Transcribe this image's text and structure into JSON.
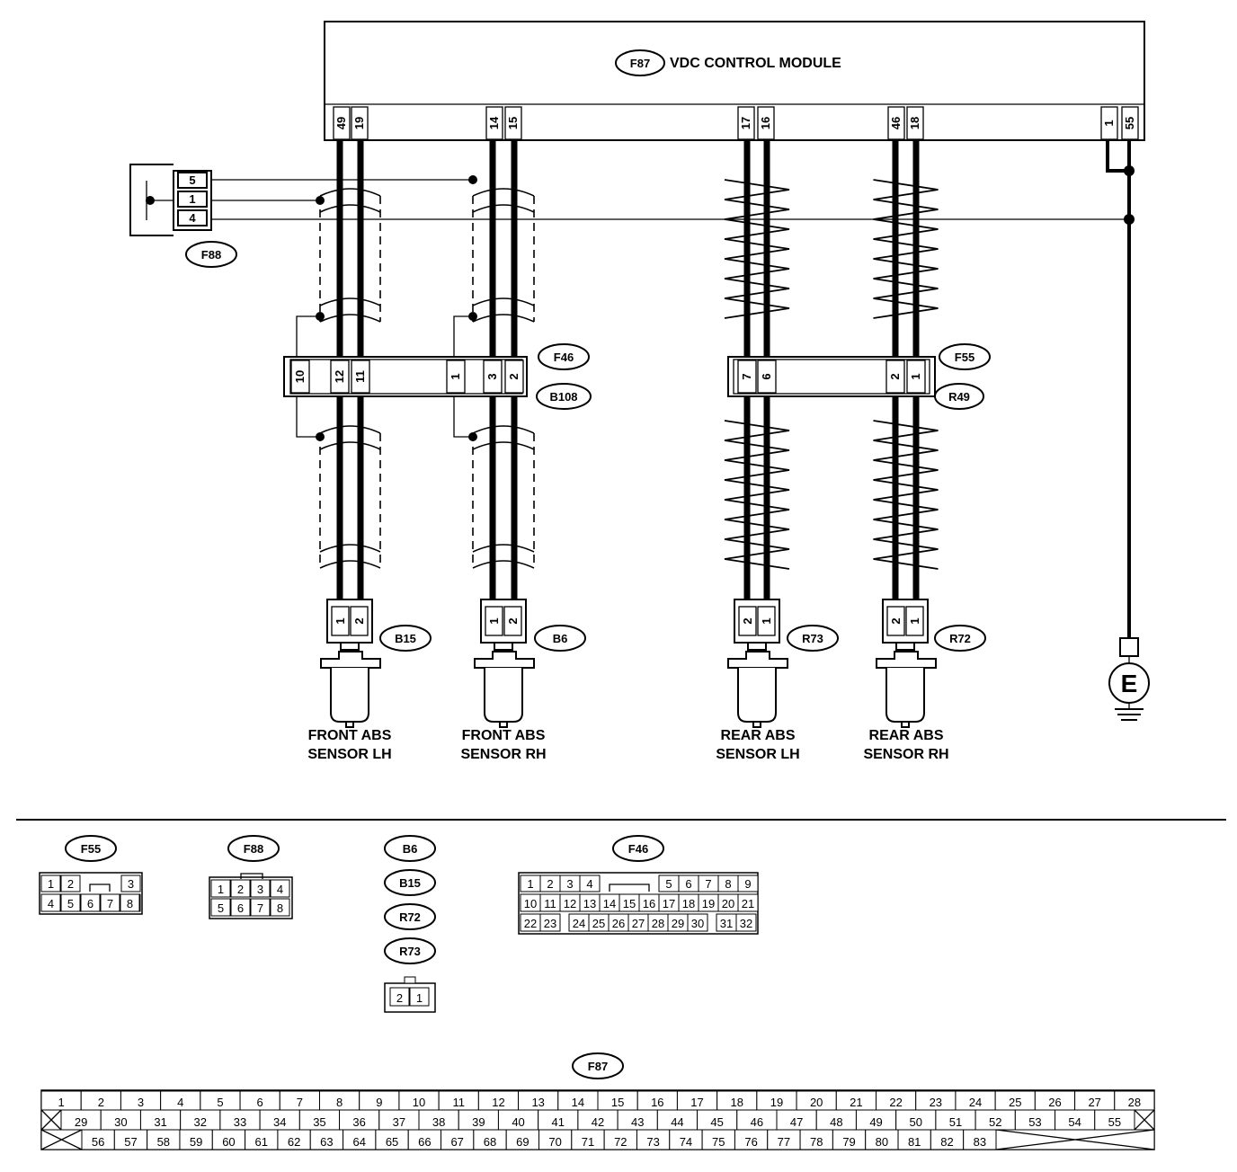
{
  "module": {
    "id": "F87",
    "title": "VDC CONTROL MODULE",
    "pins": [
      "49",
      "19",
      "14",
      "15",
      "17",
      "16",
      "46",
      "18",
      "1",
      "55"
    ]
  },
  "f88": {
    "id": "F88",
    "pins": [
      "5",
      "1",
      "4"
    ]
  },
  "junction": {
    "left": {
      "ids": [
        "F46",
        "B108"
      ],
      "pins": [
        "10",
        "12",
        "11",
        "1",
        "3",
        "2"
      ]
    },
    "right": {
      "ids": [
        "F55",
        "R49"
      ],
      "pins": [
        "7",
        "6",
        "2",
        "1"
      ]
    }
  },
  "sensors": [
    {
      "id": "B15",
      "pins": [
        "1",
        "2"
      ],
      "line1": "FRONT ABS",
      "line2": "SENSOR LH"
    },
    {
      "id": "B6",
      "pins": [
        "1",
        "2"
      ],
      "line1": "FRONT ABS",
      "line2": "SENSOR RH"
    },
    {
      "id": "R73",
      "pins": [
        "2",
        "1"
      ],
      "line1": "REAR ABS",
      "line2": "SENSOR LH"
    },
    {
      "id": "R72",
      "pins": [
        "2",
        "1"
      ],
      "line1": "REAR ABS",
      "line2": "SENSOR RH"
    }
  ],
  "ground": {
    "symbol": "E"
  },
  "connectors": {
    "f55": {
      "id": "F55",
      "row1": [
        "1",
        "2",
        "3"
      ],
      "row2": [
        "4",
        "5",
        "6",
        "7",
        "8"
      ]
    },
    "f88": {
      "id": "F88",
      "row1": [
        "1",
        "2",
        "3",
        "4"
      ],
      "row2": [
        "5",
        "6",
        "7",
        "8"
      ]
    },
    "sensor_group": {
      "ids": [
        "B6",
        "B15",
        "R72",
        "R73"
      ],
      "pins": [
        "2",
        "1"
      ]
    },
    "f46": {
      "id": "F46",
      "row1": [
        "1",
        "2",
        "3",
        "4",
        "",
        "5",
        "6",
        "7",
        "8",
        "9"
      ],
      "row2": [
        "10",
        "11",
        "12",
        "13",
        "14",
        "15",
        "16",
        "17",
        "18",
        "19",
        "20",
        "21"
      ],
      "row3": [
        "22",
        "23",
        "24",
        "25",
        "26",
        "27",
        "28",
        "29",
        "30",
        "31",
        "32"
      ]
    },
    "f87": {
      "id": "F87",
      "row1": [
        "1",
        "2",
        "3",
        "4",
        "5",
        "6",
        "7",
        "8",
        "9",
        "10",
        "11",
        "12",
        "13",
        "14",
        "15",
        "16",
        "17",
        "18",
        "19",
        "20",
        "21",
        "22",
        "23",
        "24",
        "25",
        "26",
        "27",
        "28"
      ],
      "row2": [
        "29",
        "30",
        "31",
        "32",
        "33",
        "34",
        "35",
        "36",
        "37",
        "38",
        "39",
        "40",
        "41",
        "42",
        "43",
        "44",
        "45",
        "46",
        "47",
        "48",
        "49",
        "50",
        "51",
        "52",
        "53",
        "54",
        "55"
      ],
      "row3": [
        "56",
        "57",
        "58",
        "59",
        "60",
        "61",
        "62",
        "63",
        "64",
        "65",
        "66",
        "67",
        "68",
        "69",
        "70",
        "71",
        "72",
        "73",
        "74",
        "75",
        "76",
        "77",
        "78",
        "79",
        "80",
        "81",
        "82",
        "83"
      ]
    }
  }
}
